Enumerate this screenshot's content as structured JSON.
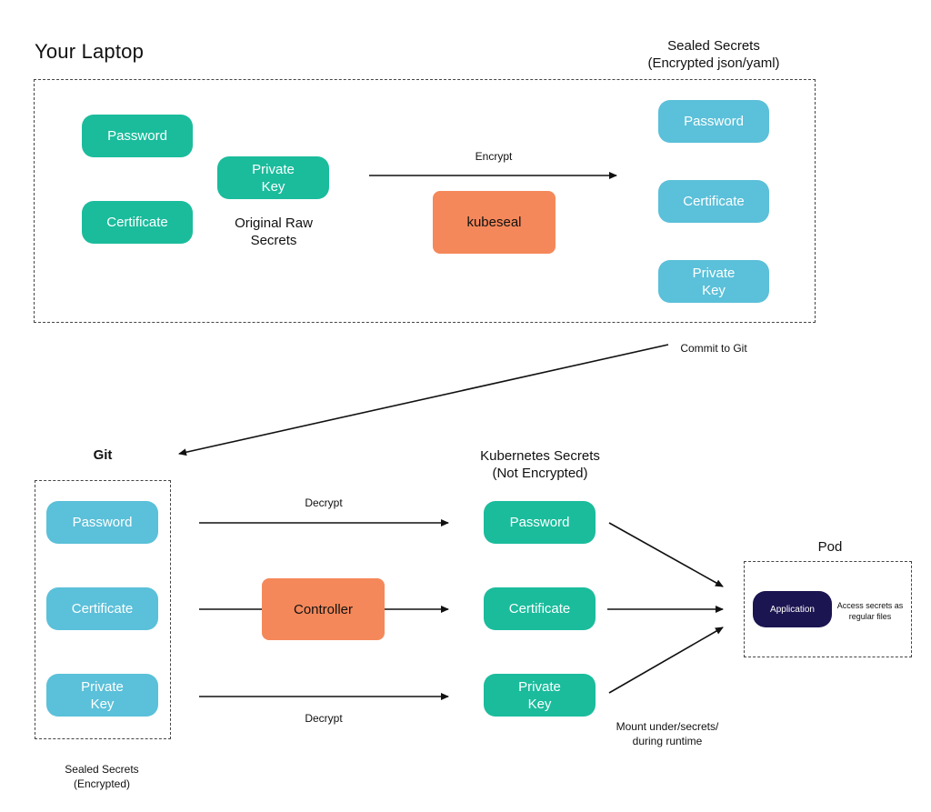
{
  "top": {
    "title": "Your Laptop",
    "raw": {
      "password": "Password",
      "certificate": "Certificate",
      "private_key": "Private\nKey",
      "caption": "Original Raw\nSecrets"
    },
    "encrypt_label": "Encrypt",
    "tool": "kubeseal",
    "sealed_title": "Sealed Secrets\n(Encrypted json/yaml)",
    "sealed": {
      "password": "Password",
      "certificate": "Certificate",
      "private_key": "Private\nKey"
    }
  },
  "commit_label": "Commit to Git",
  "git": {
    "title": "Git",
    "items": {
      "password": "Password",
      "certificate": "Certificate",
      "private_key": "Private\nKey"
    },
    "caption": "Sealed Secrets\n(Encrypted)"
  },
  "decrypt_top": "Decrypt",
  "decrypt_bottom": "Decrypt",
  "controller": "Controller",
  "k8s": {
    "title": "Kubernetes Secrets\n(Not Encrypted)",
    "items": {
      "password": "Password",
      "certificate": "Certificate",
      "private_key": "Private\nKey"
    },
    "mount_caption": "Mount under/secrets/\nduring runtime"
  },
  "pod": {
    "title": "Pod",
    "application": "Application",
    "note": "Access secrets as\nregular files"
  },
  "colors": {
    "green": "#1abc9c",
    "blue": "#5bc0d9",
    "orange": "#f5885a",
    "navy": "#1b1551"
  }
}
